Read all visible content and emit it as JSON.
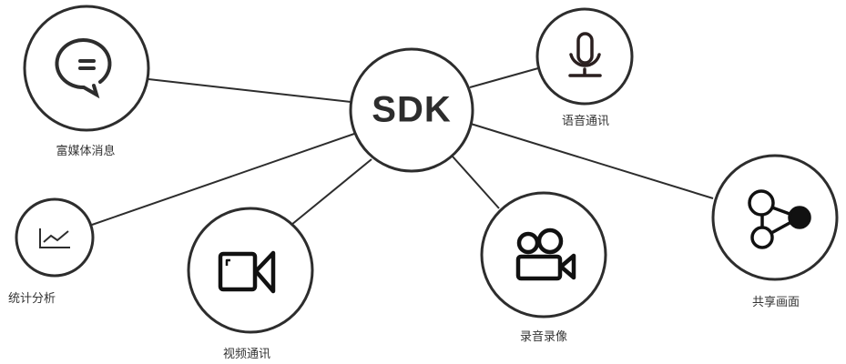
{
  "hub": {
    "label": "SDK"
  },
  "nodes": [
    {
      "id": "rich-media",
      "label": "富媒体消息",
      "icon": "chat-bubble-icon"
    },
    {
      "id": "voice",
      "label": "语音通讯",
      "icon": "microphone-icon"
    },
    {
      "id": "stats",
      "label": "统计分析",
      "icon": "line-chart-icon"
    },
    {
      "id": "video",
      "label": "视频通讯",
      "icon": "video-camera-icon"
    },
    {
      "id": "recording",
      "label": "录音录像",
      "icon": "movie-camera-icon"
    },
    {
      "id": "screen-share",
      "label": "共享画面",
      "icon": "share-icon"
    }
  ],
  "colors": {
    "stroke": "#2d2d2d",
    "text": "#333333",
    "background": "#ffffff"
  }
}
